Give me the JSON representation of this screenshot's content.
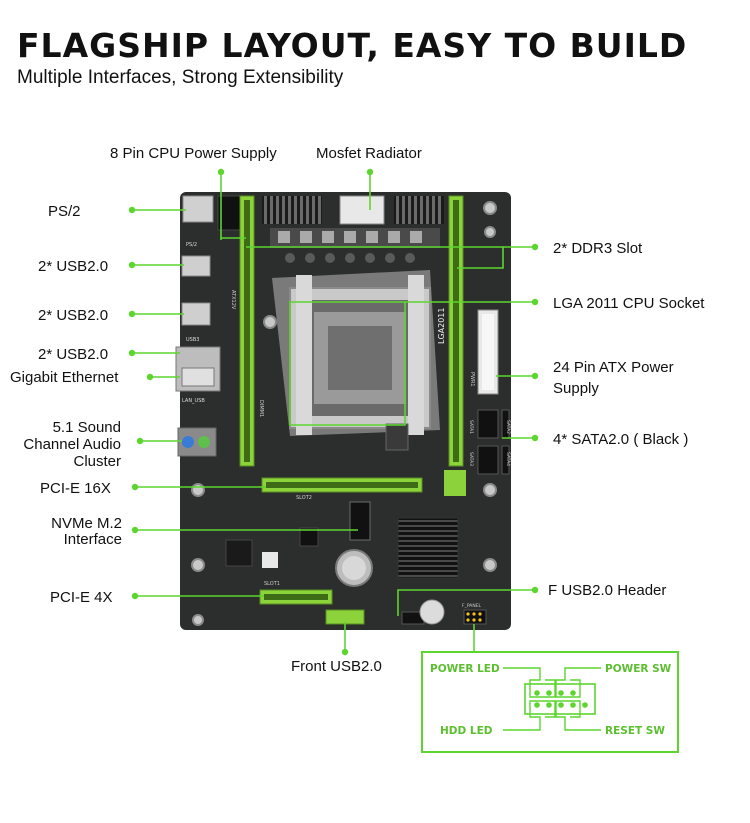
{
  "header": {
    "title": "FLAGSHIP LAYOUT, EASY TO BUILD",
    "subtitle": "Multiple Interfaces, Strong Extensibility"
  },
  "labels": {
    "cpu_power": "8 Pin CPU Power Supply",
    "mosfet": "Mosfet Radiator",
    "ps2": "PS/2",
    "usb_1": "2* USB2.0",
    "usb_2": "2* USB2.0",
    "usb_3": "2* USB2.0",
    "ethernet": "Gigabit Ethernet",
    "audio_1": "5.1 Sound",
    "audio_2": "Channel Audio",
    "audio_3": "Cluster",
    "pcie16": "PCI-E 16X",
    "nvme_1": "NVMe M.2",
    "nvme_2": "Interface",
    "pcie4": "PCI-E 4X",
    "front_usb": "Front USB2.0",
    "ddr3": "2* DDR3 Slot",
    "cpu_socket": "LGA 2011 CPU Socket",
    "atx_1": "24 Pin ATX Power",
    "atx_2": "Supply",
    "sata": "4* SATA2.0 ( Black )",
    "fusb": "F USB2.0 Header"
  },
  "front_panel": {
    "power_led": "POWER LED",
    "power_sw": "POWER SW",
    "hdd_led": "HDD  LED",
    "reset_sw": "RESET SW"
  },
  "board_marks": {
    "socket": "LGA2011",
    "slot2": "SLOT2",
    "slot1": "SLOT1",
    "atx12v": "ATX12V",
    "lan_usb": "LAN_USB",
    "ps2_mark": "PS/2",
    "usb3": "USB3",
    "dimm1": "DIMM1",
    "pwr1": "PWR1",
    "sata1": "SATA1",
    "sata2": "SATA2",
    "sata3": "SATA3",
    "sata4": "SATA4",
    "f_panel": "F_PANEL"
  },
  "colors": {
    "accent": "#5cd62f",
    "board": "#2b2e2c",
    "slot_green": "#8bd23b"
  }
}
